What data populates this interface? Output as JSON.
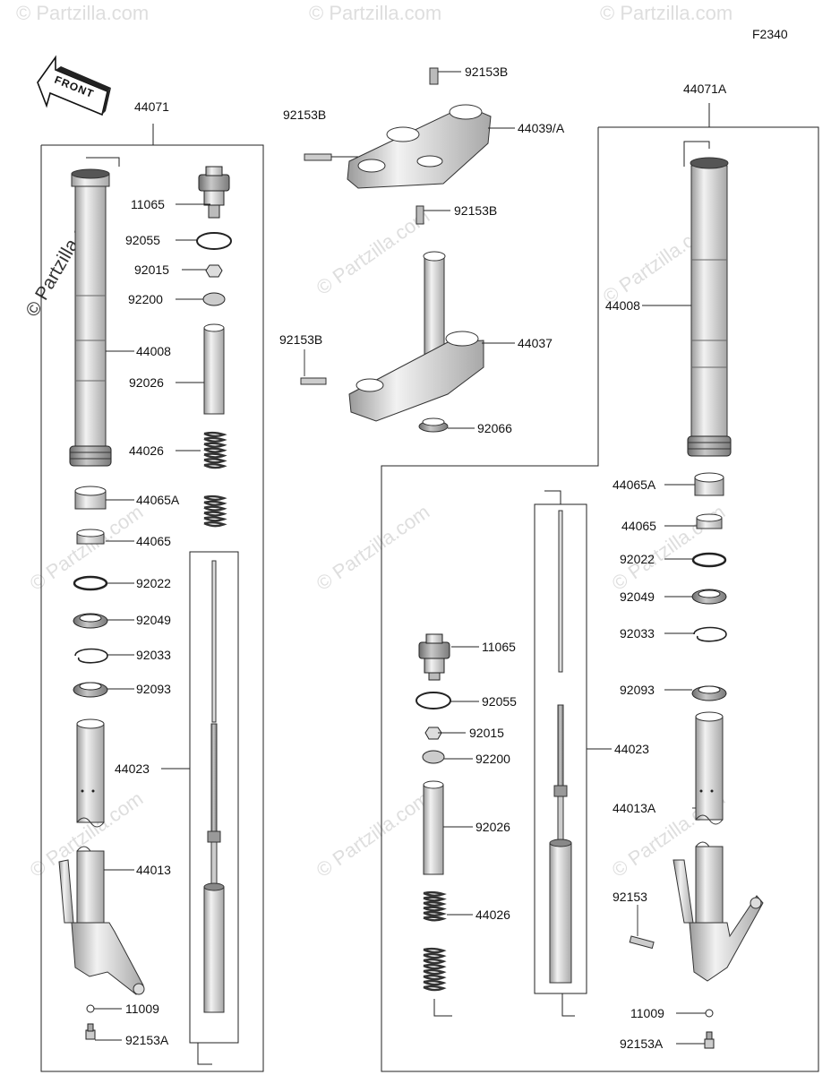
{
  "diagram_code": "F2340",
  "front_arrow_text": "FRONT",
  "watermark_text": "© Partzilla.com",
  "watermark_side_text": "© Partzilla.com",
  "labels": [
    {
      "id": "44071",
      "text": "44071"
    },
    {
      "id": "11065L",
      "text": "11065"
    },
    {
      "id": "92055L",
      "text": "92055"
    },
    {
      "id": "92015L",
      "text": "92015"
    },
    {
      "id": "92200L",
      "text": "92200"
    },
    {
      "id": "44008L",
      "text": "44008"
    },
    {
      "id": "92026L",
      "text": "92026"
    },
    {
      "id": "44026L",
      "text": "44026"
    },
    {
      "id": "44065AL",
      "text": "44065A"
    },
    {
      "id": "44065L",
      "text": "44065"
    },
    {
      "id": "92022L",
      "text": "92022"
    },
    {
      "id": "92049L",
      "text": "92049"
    },
    {
      "id": "92033L",
      "text": "92033"
    },
    {
      "id": "92093L",
      "text": "92093"
    },
    {
      "id": "44023L",
      "text": "44023"
    },
    {
      "id": "44013L",
      "text": "44013"
    },
    {
      "id": "11009L",
      "text": "11009"
    },
    {
      "id": "92153AL",
      "text": "92153A"
    },
    {
      "id": "92153B_top",
      "text": "92153B"
    },
    {
      "id": "92153B_left1",
      "text": "92153B"
    },
    {
      "id": "44039",
      "text": "44039/A"
    },
    {
      "id": "92153B_mid",
      "text": "92153B"
    },
    {
      "id": "92153B_left2",
      "text": "92153B"
    },
    {
      "id": "44037",
      "text": "44037"
    },
    {
      "id": "92066",
      "text": "92066"
    },
    {
      "id": "44071A",
      "text": "44071A"
    },
    {
      "id": "44008R",
      "text": "44008"
    },
    {
      "id": "44065AR",
      "text": "44065A"
    },
    {
      "id": "44065R",
      "text": "44065"
    },
    {
      "id": "92022R",
      "text": "92022"
    },
    {
      "id": "92049R",
      "text": "92049"
    },
    {
      "id": "92033R",
      "text": "92033"
    },
    {
      "id": "92093R",
      "text": "92093"
    },
    {
      "id": "11065R",
      "text": "11065"
    },
    {
      "id": "92055R",
      "text": "92055"
    },
    {
      "id": "92015R",
      "text": "92015"
    },
    {
      "id": "92200R",
      "text": "92200"
    },
    {
      "id": "92026R",
      "text": "92026"
    },
    {
      "id": "44026R",
      "text": "44026"
    },
    {
      "id": "44023R",
      "text": "44023"
    },
    {
      "id": "44013AR",
      "text": "44013A"
    },
    {
      "id": "92153R",
      "text": "92153"
    },
    {
      "id": "11009R",
      "text": "11009"
    },
    {
      "id": "92153AR",
      "text": "92153A"
    }
  ]
}
